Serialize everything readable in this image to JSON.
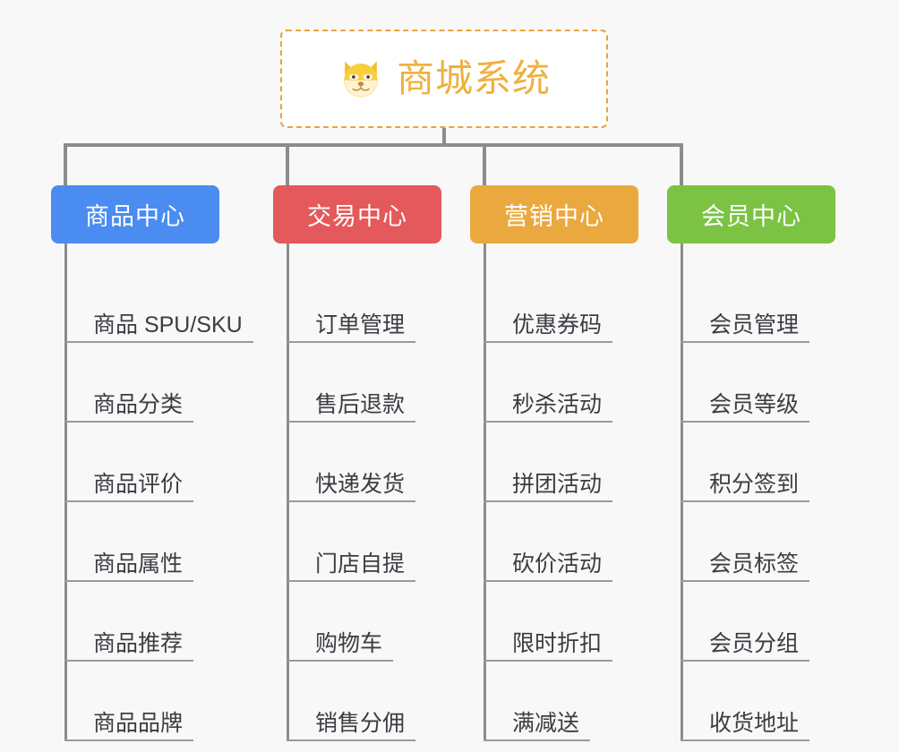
{
  "background_color": "#f8f8f8",
  "root": {
    "title": "商城系统",
    "icon": "dog-face-emoji",
    "border_color": "#e9a33c",
    "text_color": "#eeb13f",
    "background_color": "#ffffff"
  },
  "connector_color": "#8c8c8c",
  "branches": [
    {
      "id": "product-center",
      "label": "商品中心",
      "color": "#4a8cf0",
      "leaves": [
        {
          "label": "商品 SPU/SKU"
        },
        {
          "label": "商品分类"
        },
        {
          "label": "商品评价"
        },
        {
          "label": "商品属性"
        },
        {
          "label": "商品推荐"
        },
        {
          "label": "商品品牌"
        }
      ]
    },
    {
      "id": "trade-center",
      "label": "交易中心",
      "color": "#e4595b",
      "leaves": [
        {
          "label": "订单管理"
        },
        {
          "label": "售后退款"
        },
        {
          "label": "快递发货"
        },
        {
          "label": "门店自提"
        },
        {
          "label": "购物车"
        },
        {
          "label": "销售分佣"
        }
      ]
    },
    {
      "id": "marketing-center",
      "label": "营销中心",
      "color": "#eaa93f",
      "leaves": [
        {
          "label": "优惠券码"
        },
        {
          "label": "秒杀活动"
        },
        {
          "label": "拼团活动"
        },
        {
          "label": "砍价活动"
        },
        {
          "label": "限时折扣"
        },
        {
          "label": "满减送"
        }
      ]
    },
    {
      "id": "member-center",
      "label": "会员中心",
      "color": "#7cc344",
      "leaves": [
        {
          "label": "会员管理"
        },
        {
          "label": "会员等级"
        },
        {
          "label": "积分签到"
        },
        {
          "label": "会员标签"
        },
        {
          "label": "会员分组"
        },
        {
          "label": "收货地址"
        }
      ]
    }
  ]
}
